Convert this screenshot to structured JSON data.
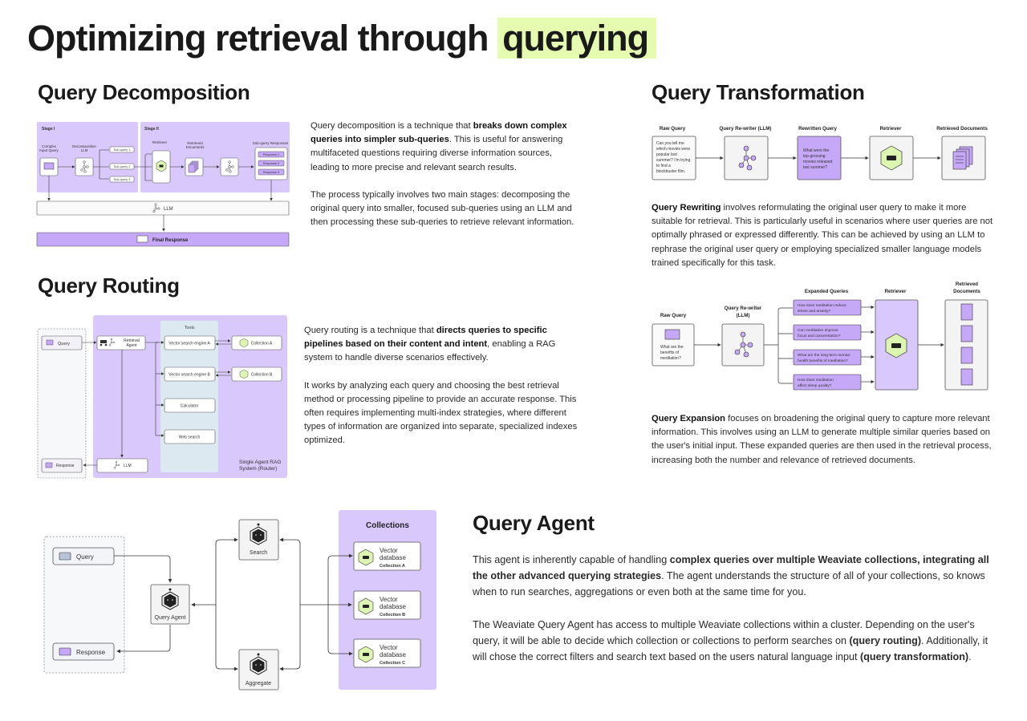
{
  "page": {
    "title_main": "Optimizing retrieval through",
    "title_highlight": "querying",
    "highlight_color": "#e4fbb0",
    "accent_purple": "#d6c4fc",
    "accent_green": "#dcf5b0"
  },
  "decomposition": {
    "title": "Query Decomposition",
    "paragraphs": [
      {
        "pre": "Query decomposition is a technique that ",
        "bold": "breaks down complex queries into simpler sub-queries",
        "post": ". This is useful for answering multifaceted questions requiring diverse information sources, leading to more precise and relevant search results."
      },
      {
        "pre": "The process typically involves two main stages: decomposing the original query into smaller, focused sub-queries using an LLM and then processing these sub-queries to retrieve relevant information.",
        "bold": "",
        "post": ""
      }
    ],
    "diagram": {
      "stage1": "Stage I",
      "stage2": "Stage II",
      "input_label": "Complex Input Query",
      "decomp_label": "Decomposition LLM",
      "subqueries": [
        "Sub-query 1",
        "Sub-query 2",
        "Sub-query 3"
      ],
      "retriever": "Retriever",
      "retrieved_docs": "Retrieved Documents",
      "sub_responses_label": "Sub-query Responses",
      "responses": [
        "Response 1",
        "Response 2",
        "Response 3"
      ],
      "llm": "LLM",
      "final": "Final Response"
    }
  },
  "routing": {
    "title": "Query Routing",
    "paragraphs": [
      {
        "pre": "Query routing is a technique that ",
        "bold": "directs queries to specific pipelines based on their content and intent",
        "post": ", enabling a RAG system to handle diverse scenarios effectively."
      },
      {
        "pre": "It works by analyzing each query and choosing the best retrieval method or processing pipeline to provide an accurate response. This often requires implementing multi-index strategies, where different types of information are organized into separate, specialized indexes optimized.",
        "bold": "",
        "post": ""
      }
    ],
    "diagram": {
      "query": "Query",
      "response": "Response",
      "agent": "Retrieval Agent",
      "tools_label": "Tools",
      "tools": [
        "Vector search engine A",
        "Vector search engine B",
        "Calculator",
        "Web search"
      ],
      "collections": [
        "Collection A",
        "Collection B"
      ],
      "llm": "LLM",
      "system_label_1": "Single Agent RAG",
      "system_label_2": "System (Router)"
    }
  },
  "transformation": {
    "title": "Query Transformation",
    "rewriting": {
      "headers": [
        "Raw Query",
        "Query Re-writer (LLM)",
        "Rewritten Query",
        "Retriever",
        "Retrieved Documents"
      ],
      "raw_query_lines": [
        "Can you tell me",
        "which movies were",
        "popular last",
        "summer? I'm trying",
        "to find a",
        "blockbuster film."
      ],
      "rewritten_lines": [
        "What were the",
        "top-grossing",
        "movies released",
        "last summer?"
      ],
      "paragraph": {
        "bold": "Query Rewriting",
        "post": " involves reformulating the original user query to make it more suitable for retrieval. This is particularly useful in scenarios where user queries are not optimally phrased or expressed differently. This can be achieved by using an LLM to rephrase the original user query or employing specialized smaller language models trained specifically for this task."
      }
    },
    "expansion": {
      "raw_label": "Raw Query",
      "rewriter_label_1": "Query Re-writer",
      "rewriter_label_2": "(LLM)",
      "expanded_label": "Expanded Queries",
      "retriever_label": "Retriever",
      "docs_label_1": "Retrieved",
      "docs_label_2": "Documents",
      "raw_lines": [
        "What are the",
        "benefits of",
        "meditation?"
      ],
      "expanded": [
        [
          "How does meditation reduce",
          "stress and anxiety?"
        ],
        [
          "Can meditation improve",
          "focus and concentration?"
        ],
        [
          "What are the long-term mental",
          "health benefits of meditation?"
        ],
        [
          "How does meditation",
          "affect sleep quality?"
        ]
      ],
      "paragraph": {
        "bold": "Query Expansion",
        "post": " focuses on broadening the original query to capture more relevant information. This involves using an LLM to generate multiple similar queries based on the user's initial input. These expanded queries are then used in the retrieval process, increasing both the number and relevance of retrieved documents."
      }
    }
  },
  "agent": {
    "title": "Query Agent",
    "paragraphs": [
      {
        "pre": "This agent is inherently capable of handling ",
        "bold": "complex queries over multiple Weaviate collections, integrating all the other advanced querying strategies",
        "post": ". The agent understands the structure of all of your collections, so knows when to run searches, aggregations or even both at the same time for you."
      },
      {
        "pre": "The Weaviate Query Agent has access to multiple Weaviate collections within a cluster. Depending on the user's query, it will be able to decide which collection or collections to perform searches on ",
        "bold": "(query routing)",
        "post": ". Additionally, it will chose the correct filters and search text based on the users natural language input ",
        "bold2": "(query transformation)",
        "post2": "."
      }
    ],
    "diagram": {
      "query": "Query",
      "response": "Response",
      "agent": "Query Agent",
      "search": "Search",
      "aggregate": "Aggregate",
      "collections_title": "Collections",
      "db_line1": "Vector",
      "db_line2": "database",
      "collections": [
        "Collection A",
        "Collection B",
        "Collection C"
      ]
    }
  }
}
